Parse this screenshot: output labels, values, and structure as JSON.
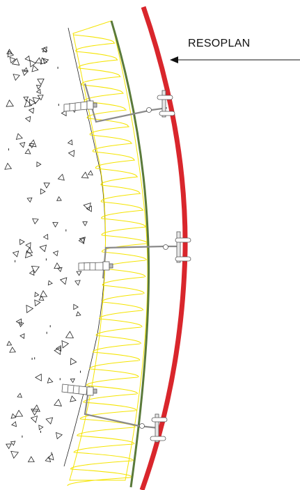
{
  "diagram": {
    "label": "RESOPLAN",
    "colors": {
      "panel": "#d9262c",
      "membrane": "#5a7a3a",
      "insulation": "#f5e400",
      "concrete_outline": "#222222",
      "hardware": "#9a9a9a",
      "background": "#ffffff"
    },
    "components": [
      {
        "id": "resoplan-panel",
        "kind": "curved-cladding-panel"
      },
      {
        "id": "green-membrane",
        "kind": "breather-membrane"
      },
      {
        "id": "insulation-layer",
        "kind": "mineral-wool-insulation"
      },
      {
        "id": "concrete-substrate",
        "kind": "concrete-wall"
      },
      {
        "id": "wall-anchors",
        "kind": "expansion-anchor",
        "count": 3
      },
      {
        "id": "support-brackets",
        "kind": "adjustable-bracket",
        "count": 3
      }
    ]
  }
}
